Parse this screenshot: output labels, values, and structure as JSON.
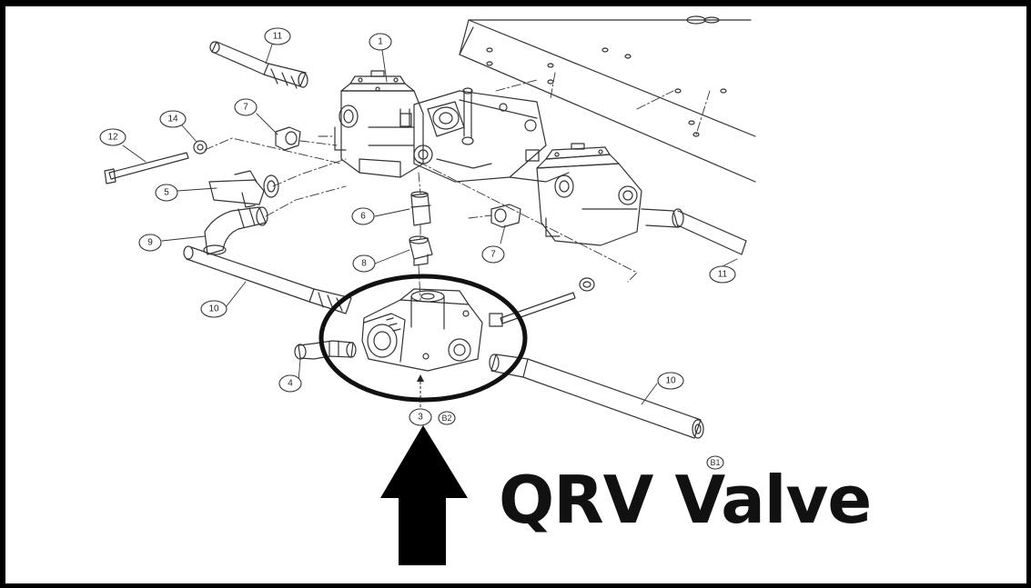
{
  "label": {
    "text": "QRV Valve"
  },
  "callouts": [
    "11",
    "1",
    "7",
    "12",
    "14",
    "5",
    "6",
    "9",
    "7",
    "8",
    "10",
    "11",
    "4",
    "10",
    "3"
  ],
  "references": [
    "B2",
    "B1"
  ],
  "colors": {
    "ink": "#111111",
    "line": "#333333",
    "background": "#ffffff"
  }
}
